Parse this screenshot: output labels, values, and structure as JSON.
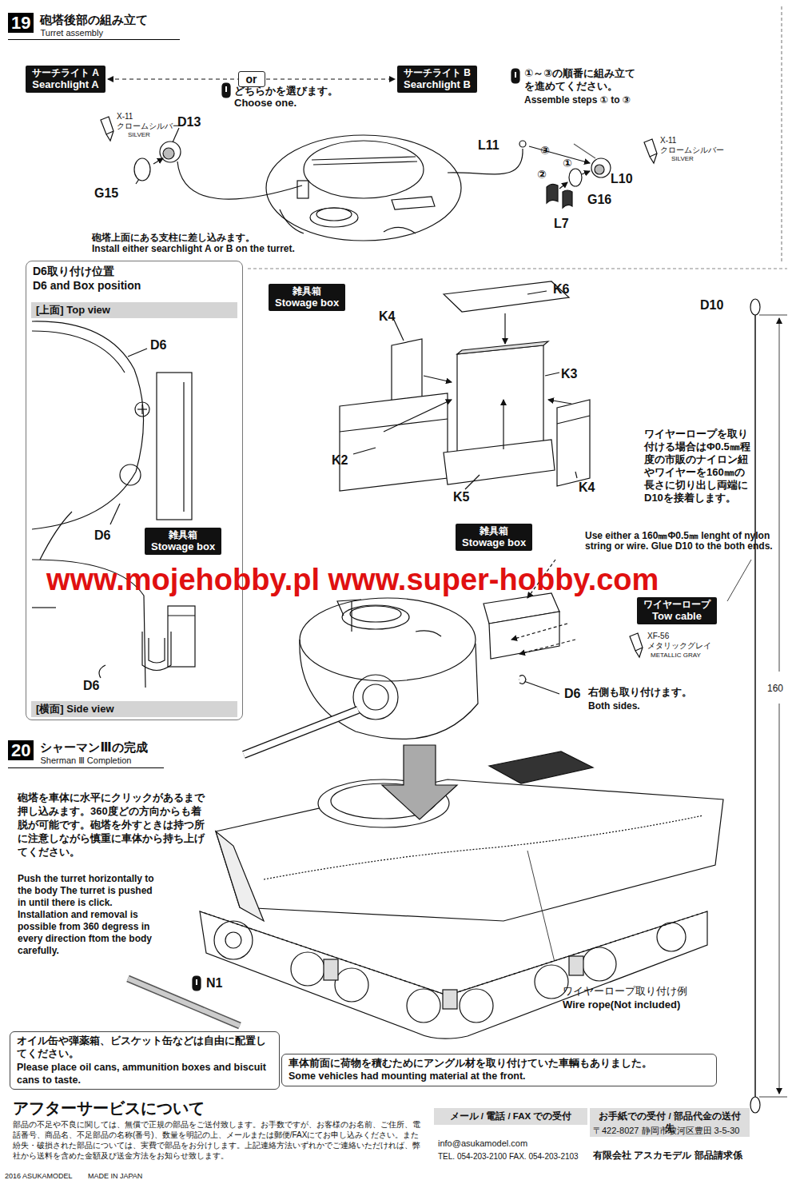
{
  "diagram": {
    "nodes": [
      {
        "text": [
          "19",
          "砲塔後部の組み立て",
          "Turret assembly"
        ]
      },
      {
        "text": [
          "サーチライト A",
          "Searchlight A"
        ]
      },
      {
        "text": [
          "サーチライト B",
          "Searchlight B"
        ]
      },
      {
        "text": [
          "D6取り付け位置",
          "D6 and Box position"
        ]
      },
      {
        "text": [
          "[上面] Top view"
        ],
        "in": 3
      },
      {
        "text": [
          "雑具箱",
          "Stowage box"
        ],
        "in": 3
      },
      {
        "text": [
          "[横面] Side view"
        ],
        "in": 3
      },
      {
        "text": [
          "雑具箱",
          "Stowage box"
        ]
      },
      {
        "text": [
          "雑具箱",
          "Stowage box"
        ]
      },
      {
        "text": [
          "ワイヤーロープ",
          "Tow cable"
        ]
      },
      {
        "text": [
          "20",
          "シャーマンⅢの完成",
          "Sherman Ⅲ Completion"
        ]
      },
      {
        "text": [
          "オイル缶や弾薬箱、ビスケット缶などは自由に配置してください。",
          "Please place oil cans, ammunition boxes and biscuit cans to taste."
        ]
      },
      {
        "text": [
          "車体前面に荷物を積むためにアングル材を取り付けていた車輌もありました。",
          "Some vehicles had mounting material at the front."
        ]
      },
      {
        "text": [
          "メール / 電話 / FAX での受付"
        ]
      },
      {
        "text": [
          "お手紙での受付 / 部品代金の送付先"
        ]
      }
    ],
    "edges": [
      {
        "from": 1,
        "to": 2,
        "arrow": "both",
        "label": "or"
      }
    ],
    "labels": [
      "どちらかを選びます。",
      "Choose one.",
      "①～③の順番に組み立てを進めてください。",
      "Assemble steps ① to ③",
      "X-11",
      "クロームシルバー",
      "SILVER",
      "D13",
      "G15",
      "L11",
      "③",
      "②",
      "①",
      "X-11",
      "クロームシルバー",
      "SILVER",
      "L10",
      "G16",
      "L7",
      "砲塔上面にある支柱に差し込みます。",
      "Install either searchlight A or B on the turret.",
      "D6",
      "D6",
      "D6",
      "K4",
      "K6",
      "K3",
      "K2",
      "K4",
      "K5",
      "D10",
      "ワイヤーロープを取り付ける場合はΦ0.5㎜程度の市販のナイロン紐やワイヤーを160㎜の長さに切り出し両端にD10を接着します。",
      "Use either a 160㎜Φ0.5㎜ lenght of nylon string or wire. Glue D10 to the both ends.",
      "www.mojehobby.pl www.super-hobby.com",
      "XF-56",
      "メタリックグレイ",
      "METALLIC GRAY",
      "D6",
      "右側も取り付けます。",
      "Both sides.",
      "160",
      "砲塔を車体に水平にクリックがあるまで押し込みます。360度どの方向からも着脱が可能です。砲塔を外すときは持つ所に注意しながら慎重に車体から持ち上げてください。",
      "Push the turret horizontally to the body The turret is pushed in until there is click. Installation and removal is possible from 360 degress in every direction ftom the body carefully.",
      "N1",
      "ワイヤーロープ取り付け例",
      "Wire rope(Not included)",
      "アフターサービスについて",
      "部品の不足や不良に関しては、無償で正規の部品をご送付致します。お手数ですが、お客様のお名前、ご住所、電話番号、商品名、不足部品の名称(番号)、数量を明記の上、メールまたは郵便/FAXにてお申し込みください。また紛失・破損された部品については、実費で部品をお分けします。上記連絡方法いずれかでご連絡いただければ、弊社から送料を含めた金額及び送金方法をお知らせ致します。",
      "info@asukamodel.com",
      "TEL. 054-203-2100 FAX. 054-203-2103",
      "〒422-8027 静岡市駿河区豊田 3-5-30",
      "有限会社 アスカモデル 部品請求係",
      "2016 ASUKAMODEL",
      "MADE IN JAPAN"
    ]
  }
}
